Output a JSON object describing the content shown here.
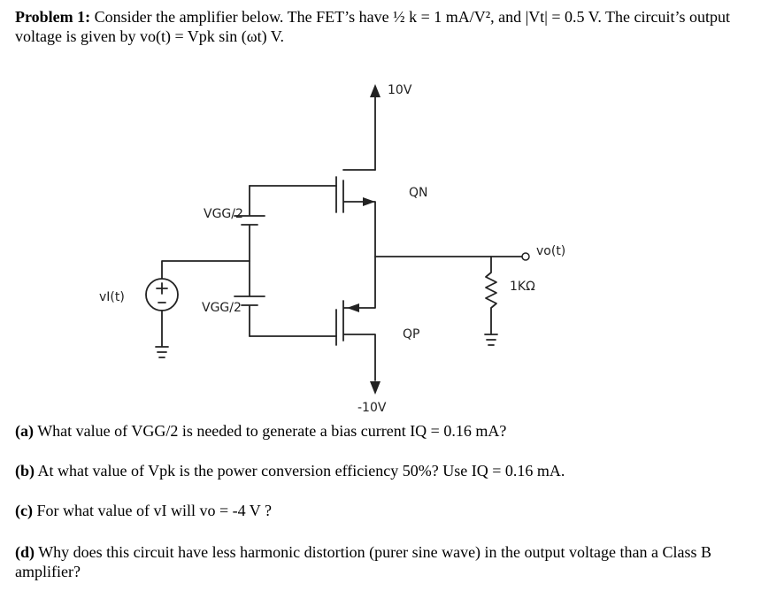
{
  "intro": {
    "label": "Problem 1:",
    "text": "Consider the amplifier below. The FET’s have ½ k = 1 mA/V², and |Vt| = 0.5 V. The circuit’s output voltage is given by vo(t) = Vpk sin (ωt) V."
  },
  "circuit": {
    "vdd_label": "10V",
    "vss_label": "-10V",
    "qn_label": "QN",
    "qp_label": "QP",
    "vo_label": "vo(t)",
    "load_label": "1KΩ",
    "vi_label": "vI(t)",
    "vgg_top_label": "VGG/2",
    "vgg_bot_label": "VGG/2"
  },
  "questions": {
    "a_label": "(a)",
    "a_text": "What value of VGG/2 is needed to generate a bias current IQ = 0.16 mA?",
    "b_label": "(b)",
    "b_text": "At what value of Vpk is the power conversion efficiency 50%? Use IQ = 0.16 mA.",
    "c_label": "(c)",
    "c_text": "For what value of vI will vo = -4 V ?",
    "d_label": "(d)",
    "d_text": "Why does this circuit have less harmonic distortion (purer sine wave) in the output voltage than a Class B amplifier?"
  }
}
